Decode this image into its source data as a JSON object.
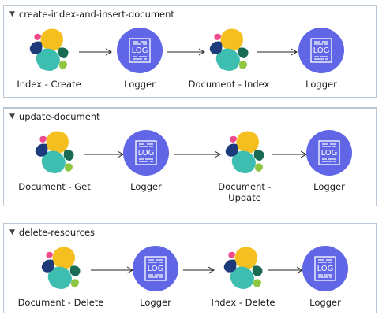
{
  "colors": {
    "border": "#b9c6d3",
    "logger": "#6066e6",
    "elastic_yellow": "#f4bf1f",
    "elastic_teal": "#3ebeb0",
    "elastic_navy": "#1d3b7a",
    "elastic_pink": "#ee4a8d",
    "elastic_green": "#1a6b53",
    "elastic_lime": "#8ec63f"
  },
  "flows": [
    {
      "title": "create-index-and-insert-document",
      "nodes": [
        {
          "label": "Index - Create",
          "icon": "elasticsearch-icon"
        },
        {
          "label": "Logger",
          "icon": "logger-icon"
        },
        {
          "label": "Document - Index",
          "icon": "elasticsearch-icon"
        },
        {
          "label": "Logger",
          "icon": "logger-icon"
        }
      ]
    },
    {
      "title": "update-document",
      "nodes": [
        {
          "label": "Document - Get",
          "icon": "elasticsearch-icon"
        },
        {
          "label": "Logger",
          "icon": "logger-icon"
        },
        {
          "label": "Document -\nUpdate",
          "icon": "elasticsearch-icon"
        },
        {
          "label": "Logger",
          "icon": "logger-icon"
        }
      ]
    },
    {
      "title": "delete-resources",
      "nodes": [
        {
          "label": "Document - Delete",
          "icon": "elasticsearch-icon"
        },
        {
          "label": "Logger",
          "icon": "logger-icon"
        },
        {
          "label": "Index - Delete",
          "icon": "elasticsearch-icon"
        },
        {
          "label": "Logger",
          "icon": "logger-icon"
        }
      ]
    }
  ],
  "logger_icon_text": "LOG"
}
